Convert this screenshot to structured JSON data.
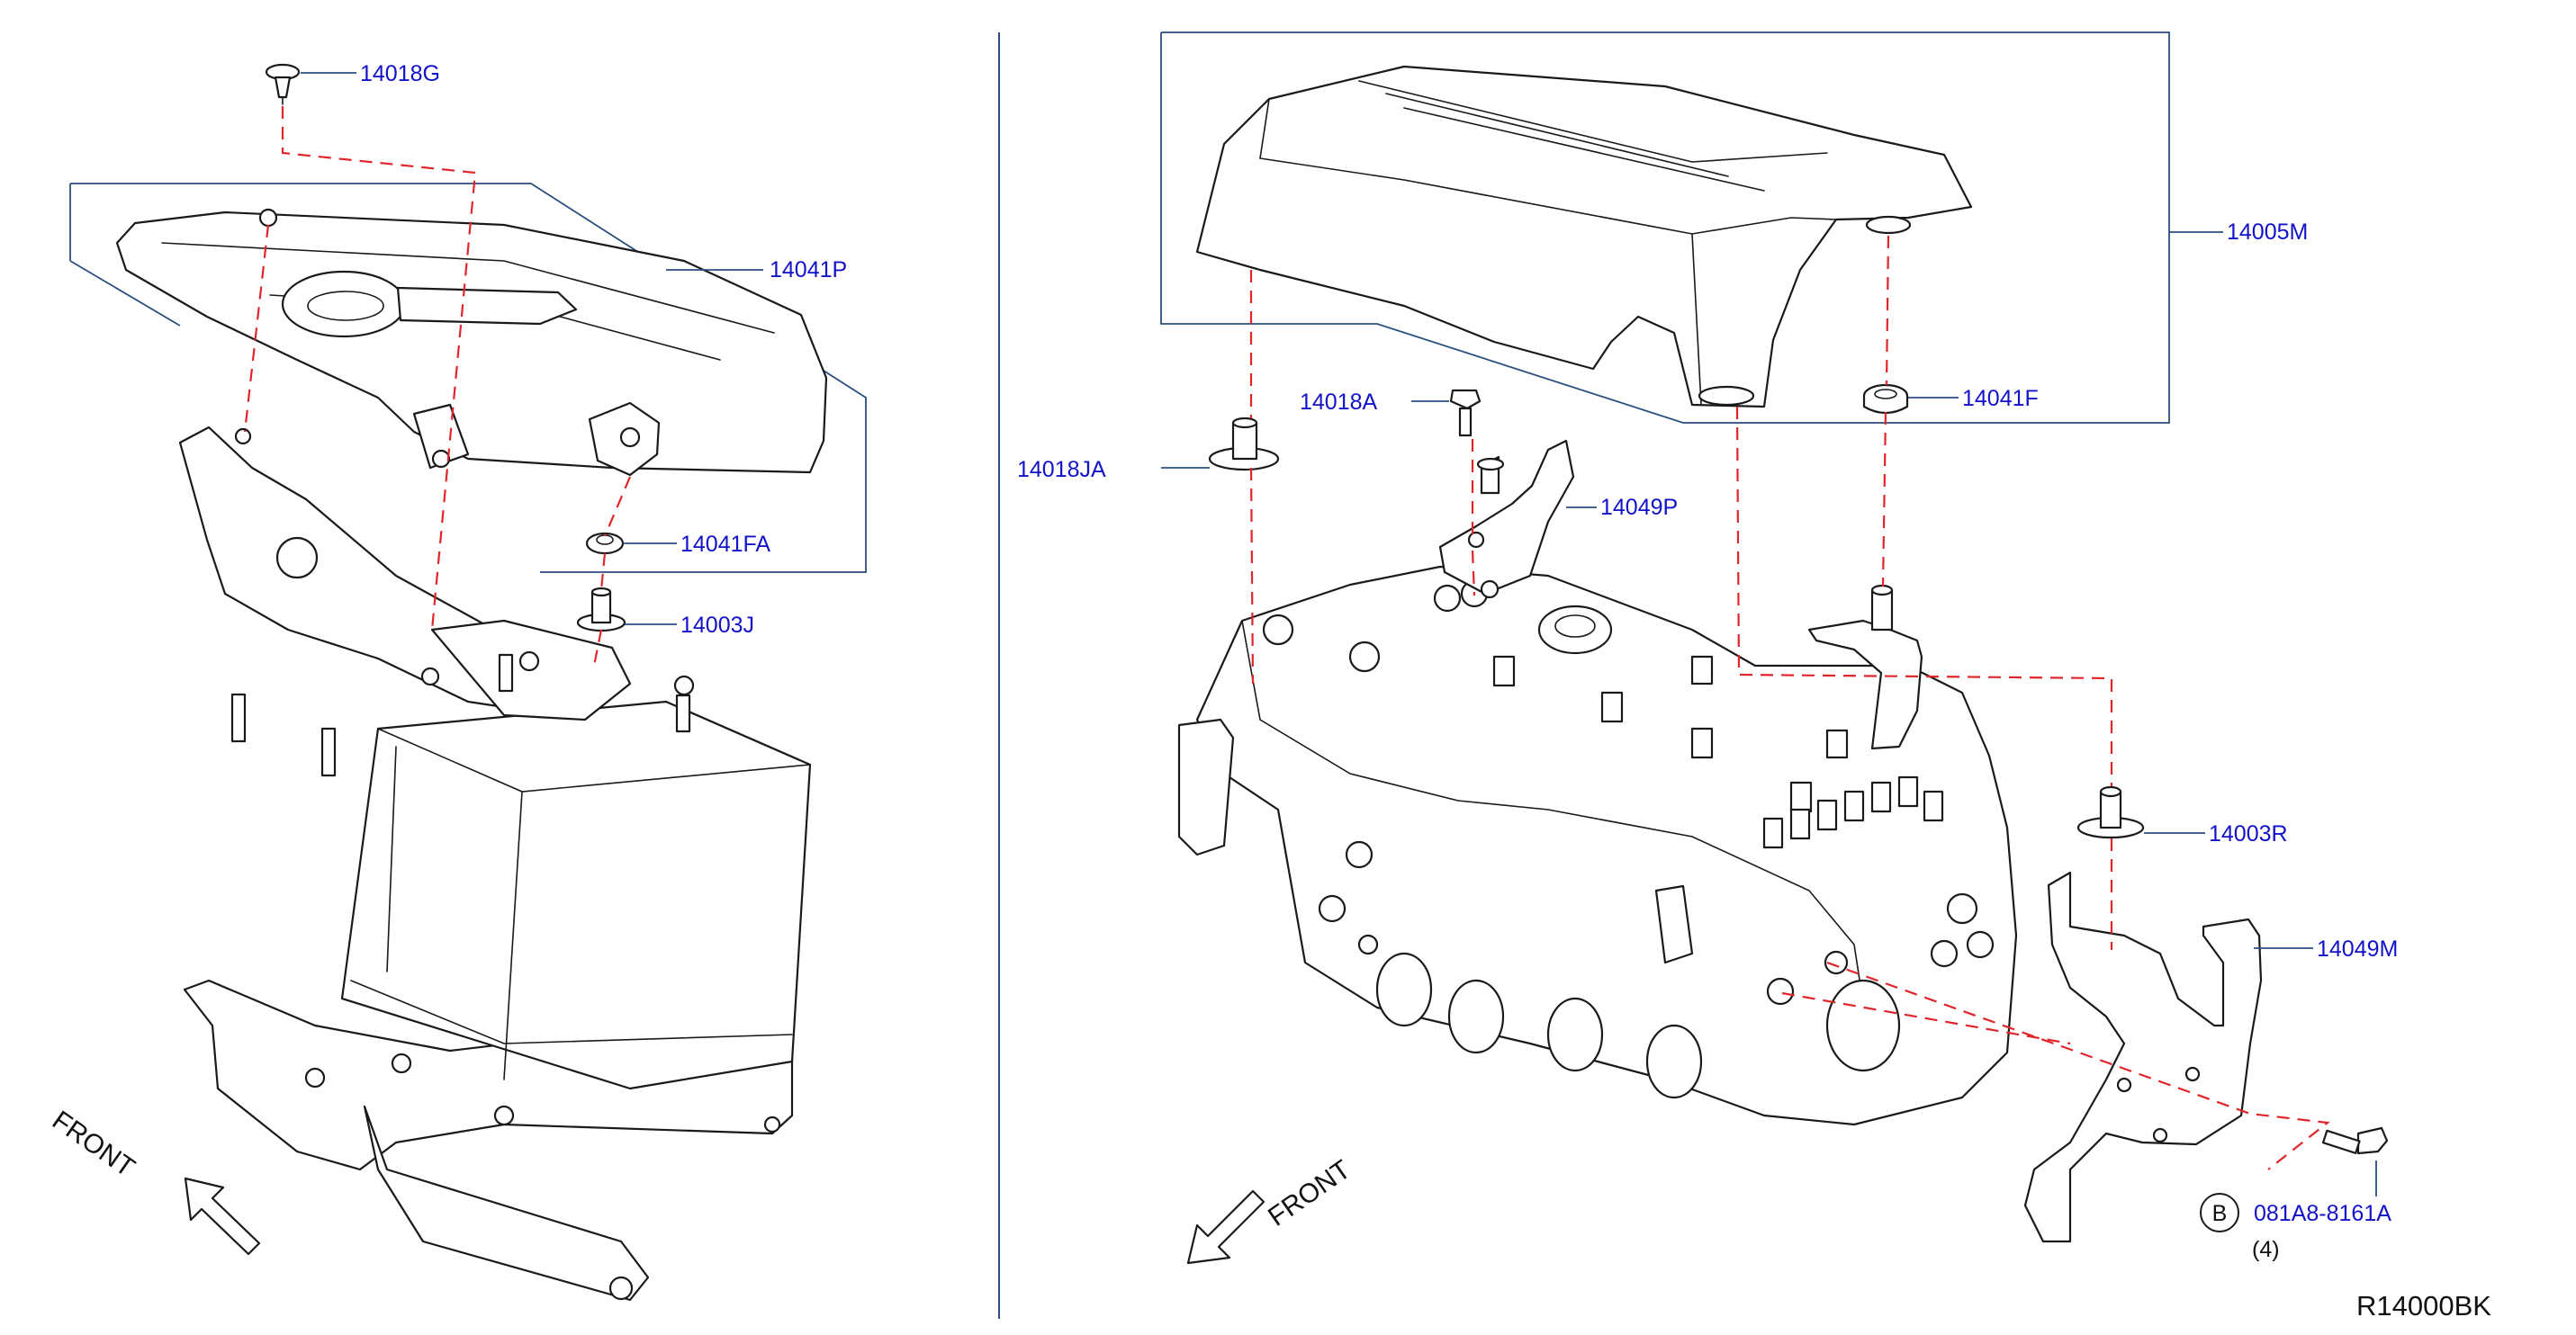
{
  "callouts": {
    "c14018g": "14018G",
    "c14041p": "14041P",
    "c14041fa": "14041FA",
    "c14003j": "14003J",
    "c14018a": "14018A",
    "c14018ja": "14018JA",
    "c14049p": "14049P",
    "c14005m": "14005M",
    "c14041f": "14041F",
    "c14003r": "14003R",
    "c14049m": "14049M",
    "c081a8": "081A8-8161A",
    "circle_b": "B",
    "qty": "(4)"
  },
  "front_labels": {
    "left": "FRONT",
    "right": "FRONT"
  },
  "drawing_ref": "R14000BK",
  "colors": {
    "callout_text": "#1212c8",
    "leader_line": "#2a4f7e",
    "dashed_guide": "#e0262b",
    "line_art": "#1a1a1a",
    "background": "#ffffff"
  }
}
